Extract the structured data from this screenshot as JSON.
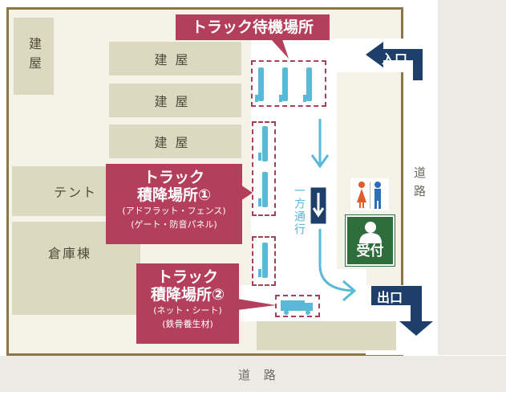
{
  "map": {
    "buildings": {
      "left_tall": "建屋",
      "b1": "建屋",
      "b2": "建屋",
      "b3": "建屋",
      "tent": "テント",
      "warehouse": "倉庫棟"
    },
    "labels": {
      "truck_wait": "トラック待機場所",
      "area1_title1": "トラック",
      "area1_title2": "積降場所①",
      "area1_sub1": "(アドフラット・フェンス)",
      "area1_sub2": "(ゲート・防音パネル)",
      "area2_title1": "トラック",
      "area2_title2": "積降場所②",
      "area2_sub1": "(ネット・シート)",
      "area2_sub2": "(鉄骨養生材)",
      "one_way": "一方通行",
      "entrance": "入口",
      "exit": "出口",
      "reception": "受付",
      "road_right": "道路",
      "road_bottom": "道 路"
    },
    "colors": {
      "label_red": "#b43f5c",
      "arrow_navy": "#1f3f6b",
      "flow_blue": "#5ab8d8",
      "reception_green": "#2f6e3c",
      "site_border": "#8a7646"
    },
    "icons": {
      "toilet": "restroom-icon",
      "reception": "person-icon",
      "truck": "truck-icon"
    }
  }
}
